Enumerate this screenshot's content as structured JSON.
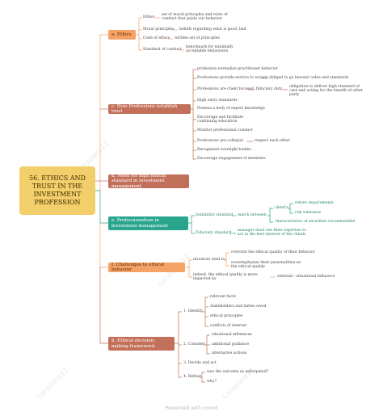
{
  "root": {
    "title": "56. ETHICS AND TRUST IN THE INVESTMENT PROFESSION"
  },
  "branches": {
    "a": {
      "label": "a. Ethics",
      "items": [
        {
          "label": "Ethics",
          "detail": "set of moral principles and rules of conduct that guide our behavior"
        },
        {
          "label": "Moral principles",
          "detail": "beliefs regarding what is good, bad"
        },
        {
          "label": "Code of ethics",
          "detail": "written set of principles"
        },
        {
          "label": "Standard of conduct",
          "detail": "benchmark for minimally acceptable behaviours"
        }
      ]
    },
    "c": {
      "label": "c. How Professions establish trust",
      "items": [
        "profession normalize practitioner behavior",
        "Professions provide service to society",
        "Professions are client focused",
        "High entry standards",
        "Possess a body of expert knowledge",
        "Encourage and facilitate continuing education",
        "Monitor professional conduct",
        "Professions are collegial",
        "Recognised oversight bodies",
        "Encourage engagement of members"
      ],
      "society_detail": "obliged to go beyond codes and standards",
      "fiduciary": "fiduciary duty",
      "fiduciary_detail": "obligation to deliver high standard of care and acting for the benefit of other party",
      "collegial_detail": "respect each other"
    },
    "d": {
      "label": "d. Need for high ethical standard in investment management"
    },
    "e": {
      "label": "e. Professionalism in investment management",
      "suitability": "Suitability standard",
      "match": "match between",
      "clients": "client's",
      "return": "return requirements",
      "risk": "risk tolerance",
      "securities": "characteristics of securities recommended",
      "fiduciary_std": "Fiduciary standard",
      "fiduciary_detail": "manager must use their expertise to act in the best interest of the clients"
    },
    "f": {
      "label": "f. Challenges to ethical behavior",
      "investors": "investors tend to",
      "overrate": "overrate the ethical quality of their behavior",
      "overemphasize": "overemphasize their personalities on the ethical quality",
      "indeed": "indeed, the ethical quality is more impacted by",
      "external": "external - situational influence"
    },
    "h": {
      "label": "h. Ethical decision-making framework",
      "identify": "1. Identify",
      "identify_items": [
        "relevant facts",
        "stakeholders and duties owed",
        "ethical principles",
        "conflicts of interest"
      ],
      "consider": "2. Consider",
      "consider_items": [
        "situational influences",
        "additional guidance",
        "alternative actions"
      ],
      "decide": "3. Decide and act",
      "reflect": "4. Reflect",
      "reflect_items": [
        "was the outcome as anticipated?",
        "why?"
      ]
    }
  },
  "watermark": "Laradara11",
  "footer": "Presented with xmind",
  "colors": {
    "root": "#f2cf6a",
    "orange": "#f5a266",
    "brown": "#c2705a",
    "teal": "#2aa58d"
  }
}
